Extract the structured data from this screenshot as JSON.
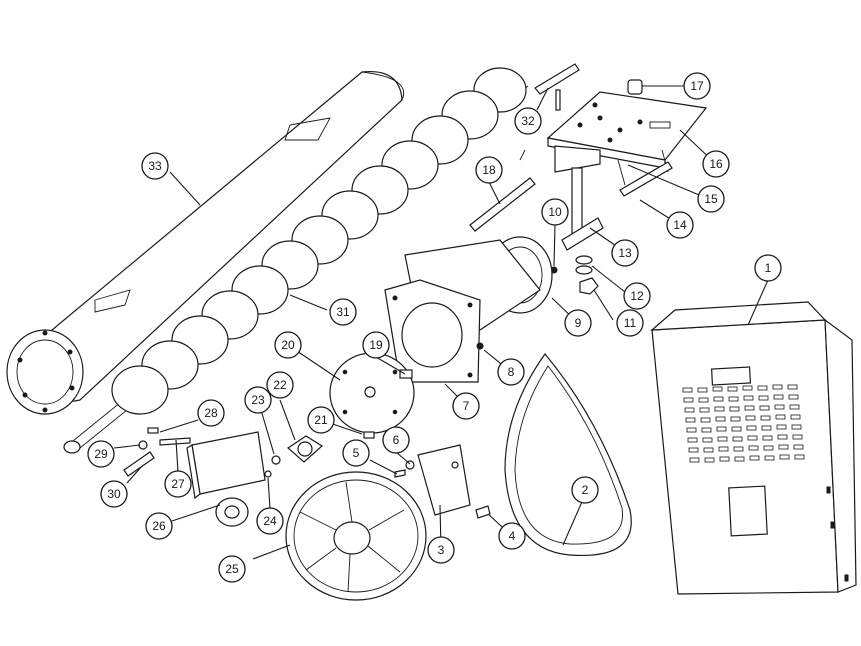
{
  "diagram": {
    "callouts": [
      {
        "id": "c1",
        "number": "1",
        "part": "control-box"
      },
      {
        "id": "c2",
        "number": "2",
        "part": "drive-belt"
      },
      {
        "id": "c3",
        "number": "3",
        "part": "mounting-bracket-small"
      },
      {
        "id": "c4",
        "number": "4",
        "part": "bolt"
      },
      {
        "id": "c5",
        "number": "5",
        "part": "screw"
      },
      {
        "id": "c6",
        "number": "6",
        "part": "washer"
      },
      {
        "id": "c7",
        "number": "7",
        "part": "hopper-housing"
      },
      {
        "id": "c8",
        "number": "8",
        "part": "nut"
      },
      {
        "id": "c9",
        "number": "9",
        "part": "flange-plate"
      },
      {
        "id": "c10",
        "number": "10",
        "part": "set-screw"
      },
      {
        "id": "c11",
        "number": "11",
        "part": "hex-nut"
      },
      {
        "id": "c12",
        "number": "12",
        "part": "flat-washer"
      },
      {
        "id": "c13",
        "number": "13",
        "part": "pivot-post"
      },
      {
        "id": "c14",
        "number": "14",
        "part": "pin-long"
      },
      {
        "id": "c15",
        "number": "15",
        "part": "cotter-pin"
      },
      {
        "id": "c16",
        "number": "16",
        "part": "mounting-plate"
      },
      {
        "id": "c17",
        "number": "17",
        "part": "fitting"
      },
      {
        "id": "c18",
        "number": "18",
        "part": "hitch-pin"
      },
      {
        "id": "c19",
        "number": "19",
        "part": "pin-short"
      },
      {
        "id": "c20",
        "number": "20",
        "part": "end-cap-plate"
      },
      {
        "id": "c21",
        "number": "21",
        "part": "small-pin"
      },
      {
        "id": "c22",
        "number": "22",
        "part": "flange-bearing"
      },
      {
        "id": "c23",
        "number": "23",
        "part": "lock-nut"
      },
      {
        "id": "c24",
        "number": "24",
        "part": "nut-small"
      },
      {
        "id": "c25",
        "number": "25",
        "part": "pulley"
      },
      {
        "id": "c26",
        "number": "26",
        "part": "taper-bushing"
      },
      {
        "id": "c27",
        "number": "27",
        "part": "bolt-long"
      },
      {
        "id": "c28",
        "number": "28",
        "part": "key"
      },
      {
        "id": "c29",
        "number": "29",
        "part": "washer-small"
      },
      {
        "id": "c30",
        "number": "30",
        "part": "shaft-pin"
      },
      {
        "id": "c31",
        "number": "31",
        "part": "auger-flighting"
      },
      {
        "id": "c32",
        "number": "32",
        "part": "top-pin"
      },
      {
        "id": "c33",
        "number": "33",
        "part": "auger-tube"
      }
    ]
  }
}
